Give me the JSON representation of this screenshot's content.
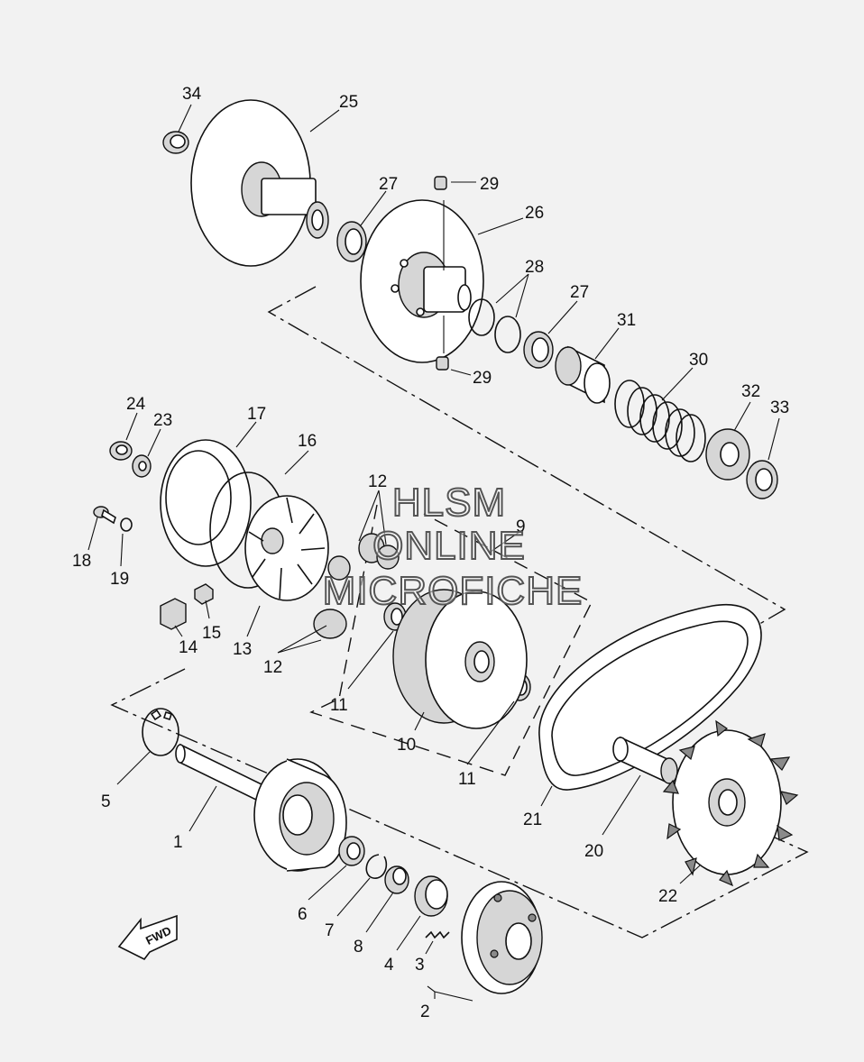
{
  "callouts": [
    {
      "id": "34",
      "text": "34"
    },
    {
      "id": "25",
      "text": "25"
    },
    {
      "id": "27a",
      "text": "27"
    },
    {
      "id": "29a",
      "text": "29"
    },
    {
      "id": "26",
      "text": "26"
    },
    {
      "id": "28",
      "text": "28"
    },
    {
      "id": "27b",
      "text": "27"
    },
    {
      "id": "31",
      "text": "31"
    },
    {
      "id": "29b",
      "text": "29"
    },
    {
      "id": "30",
      "text": "30"
    },
    {
      "id": "32",
      "text": "32"
    },
    {
      "id": "33",
      "text": "33"
    },
    {
      "id": "24",
      "text": "24"
    },
    {
      "id": "23",
      "text": "23"
    },
    {
      "id": "17",
      "text": "17"
    },
    {
      "id": "16",
      "text": "16"
    },
    {
      "id": "12a",
      "text": "12"
    },
    {
      "id": "9",
      "text": "9"
    },
    {
      "id": "18",
      "text": "18"
    },
    {
      "id": "19",
      "text": "19"
    },
    {
      "id": "15",
      "text": "15"
    },
    {
      "id": "14",
      "text": "14"
    },
    {
      "id": "13",
      "text": "13"
    },
    {
      "id": "12b",
      "text": "12"
    },
    {
      "id": "11a",
      "text": "11"
    },
    {
      "id": "10",
      "text": "10"
    },
    {
      "id": "11b",
      "text": "11"
    },
    {
      "id": "5",
      "text": "5"
    },
    {
      "id": "1",
      "text": "1"
    },
    {
      "id": "21",
      "text": "21"
    },
    {
      "id": "20",
      "text": "20"
    },
    {
      "id": "22",
      "text": "22"
    },
    {
      "id": "6",
      "text": "6"
    },
    {
      "id": "7",
      "text": "7"
    },
    {
      "id": "8",
      "text": "8"
    },
    {
      "id": "4",
      "text": "4"
    },
    {
      "id": "3",
      "text": "3"
    },
    {
      "id": "2",
      "text": "2"
    }
  ],
  "watermark": {
    "line1": "HLSM",
    "line2": "ONLINE",
    "line3": "MICROFICHE"
  },
  "fwd_arrow": {
    "text": "FWD"
  },
  "colors": {
    "background": "#f2f2f2",
    "ink": "#111111"
  }
}
